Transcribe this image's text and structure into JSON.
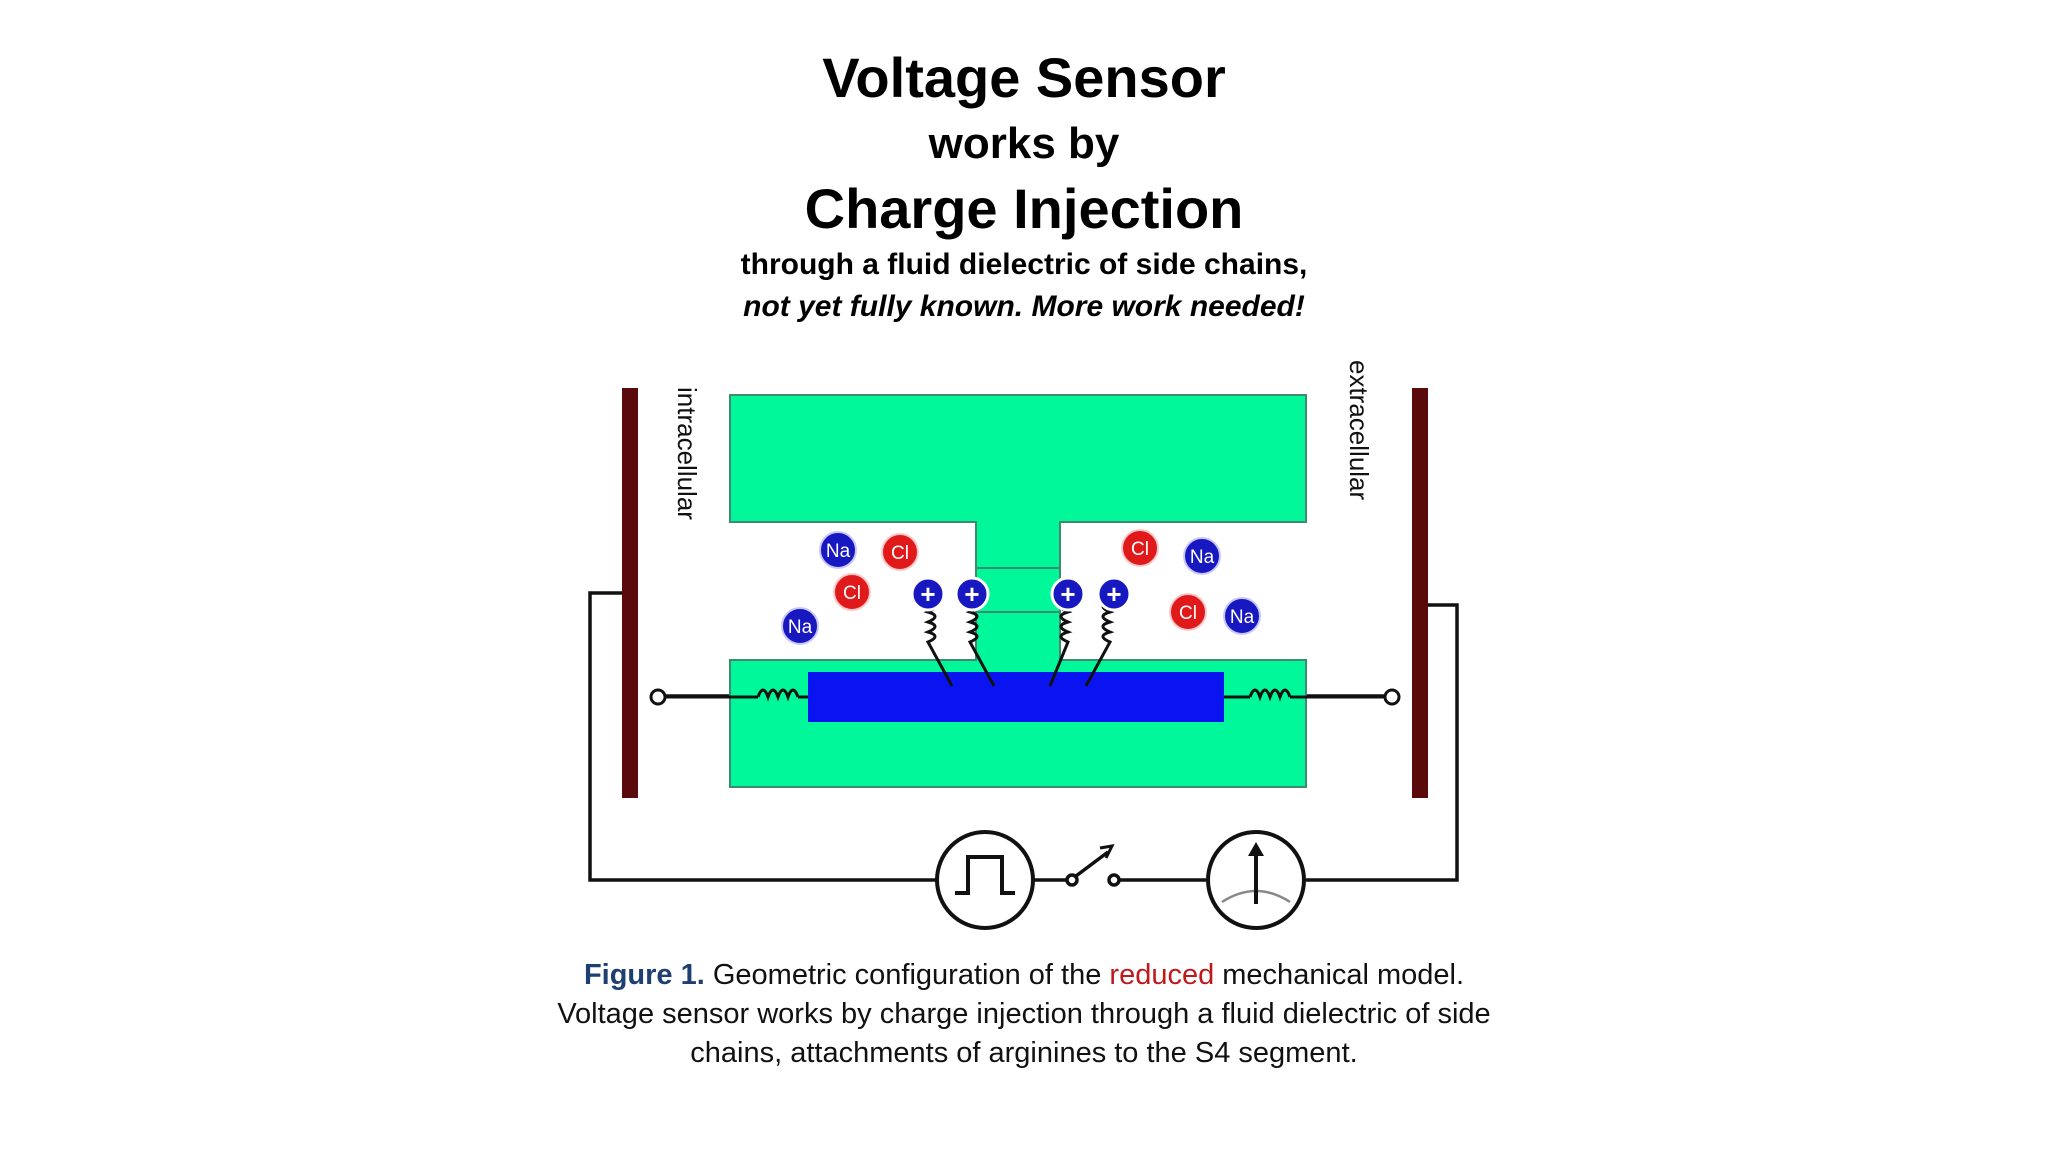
{
  "title": {
    "line1": "Voltage Sensor",
    "line2": "works by",
    "line3": "Charge Injection",
    "line4": "through a fluid dielectric of side chains,",
    "line5": "not yet fully known. More work needed!"
  },
  "diagram": {
    "left_label": "intracellular",
    "right_label": "extracellular",
    "ions": [
      {
        "label": "Na",
        "kind": "sodium"
      },
      {
        "label": "Cl",
        "kind": "chloride"
      },
      {
        "label": "Cl",
        "kind": "chloride"
      },
      {
        "label": "Na",
        "kind": "sodium"
      },
      {
        "label": "Cl",
        "kind": "chloride"
      },
      {
        "label": "Na",
        "kind": "sodium"
      },
      {
        "label": "Cl",
        "kind": "chloride"
      },
      {
        "label": "Na",
        "kind": "sodium"
      }
    ],
    "colors": {
      "protein": "#00f89a",
      "s4_segment": "#0a14f0",
      "electrode": "#5a0a0a",
      "sodium": "#1818c0",
      "chloride": "#e01a1a",
      "wire": "#111111"
    }
  },
  "caption": {
    "label": "Figure 1.",
    "text_a": " Geometric configuration of the ",
    "highlight": "reduced",
    "text_b": " mechanical model.",
    "line2": "Voltage sensor works by charge injection through a fluid dielectric of side",
    "line3": "chains, attachments of arginines to the S4 segment."
  }
}
